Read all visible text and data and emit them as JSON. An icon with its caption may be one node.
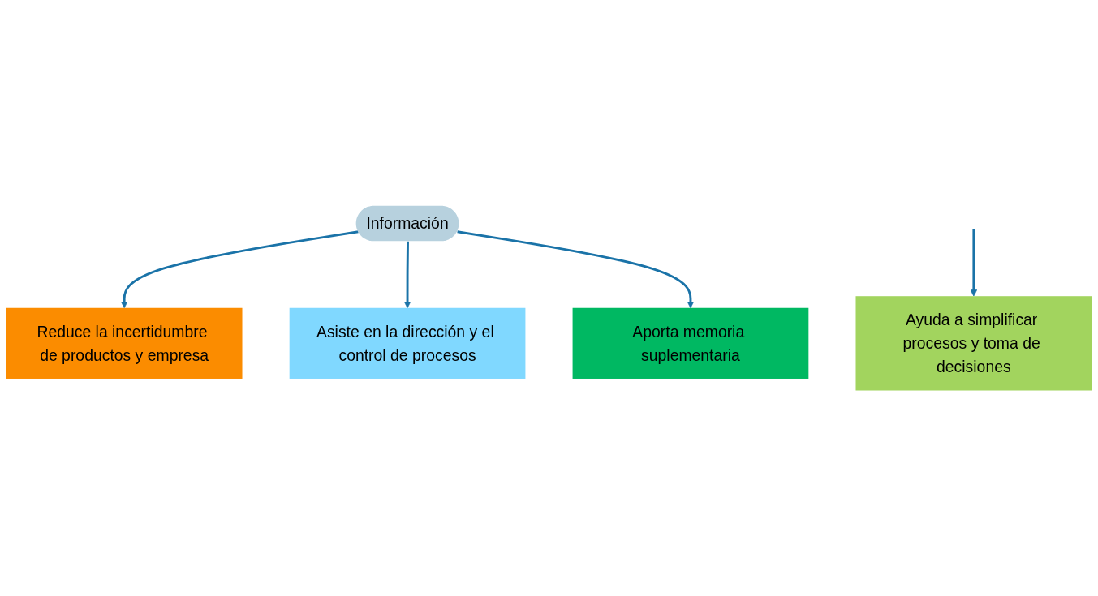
{
  "diagram": {
    "nodes": [
      {
        "text": [
          "Información"
        ]
      },
      {
        "text": [
          "Reduce la incertidumbre de productos y empresa"
        ]
      },
      {
        "text": [
          "Asiste en la dirección y el control de procesos"
        ]
      },
      {
        "text": [
          "Aporta memoria suplementaria"
        ]
      },
      {
        "text": [
          "Ayuda a simplificar procesos y toma de decisiones"
        ]
      }
    ],
    "edges": [
      {
        "from": 0,
        "to": 1,
        "arrow": "to"
      },
      {
        "from": 0,
        "to": 2,
        "arrow": "to"
      },
      {
        "from": 0,
        "to": 3,
        "arrow": "to"
      },
      {
        "from": null,
        "to": 4,
        "arrow": "to"
      }
    ]
  }
}
